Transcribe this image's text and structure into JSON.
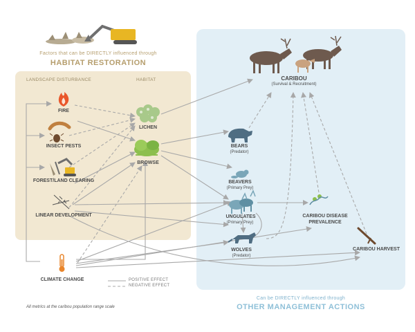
{
  "header_left": {
    "line1": "Factors that can be DIRECTLY influenced through",
    "line2": "HABITAT RESTORATION"
  },
  "header_right": {
    "line1": "Can be DIRECTLY influenced through",
    "line2": "OTHER MANAGEMENT ACTIONS"
  },
  "sections": {
    "landscape": "LANDSCAPE DISTURBANCE",
    "habitat": "HABITAT"
  },
  "nodes": {
    "fire": "FIRE",
    "insect": "INSECT PESTS",
    "forest": "FOREST/LAND CLEARING",
    "linear": "LINEAR DEVELOPMENT",
    "climate": "CLIMATE CHANGE",
    "lichen": "LICHEN",
    "browse": "BROWSE",
    "caribou": "CARIBOU",
    "caribou_sub": "(Survival & Recruitment)",
    "bears": "BEARS",
    "bears_sub": "(Predator)",
    "beavers": "BEAVERS",
    "beavers_sub": "(Primary Prey)",
    "ungulates": "UNGULATES",
    "ungulates_sub": "(Primary Prey)",
    "wolves": "WOLVES",
    "wolves_sub": "(Predator)",
    "disease1": "CARIBOU DISEASE",
    "disease2": "PREVALENCE",
    "harvest": "CARIBOU HARVEST"
  },
  "legend": {
    "positive": "POSITIVE EFFECT",
    "negative": "NEGATIVE EFFECT"
  },
  "footnote": "All metrics at the caribou population range scale",
  "colors": {
    "habitat_panel": "#f2e8d2",
    "management_panel": "#e2eff6",
    "fire": "#e9572b",
    "lichen": "#a8c98a",
    "browse": "#8dbf4e",
    "caribou": "#6e5a4e",
    "calf": "#c9a27f",
    "wildlife": "#7aa6b8",
    "wolves": "#4f6d82",
    "arrows": "#a8a8a8",
    "machine": "#e8b623"
  }
}
